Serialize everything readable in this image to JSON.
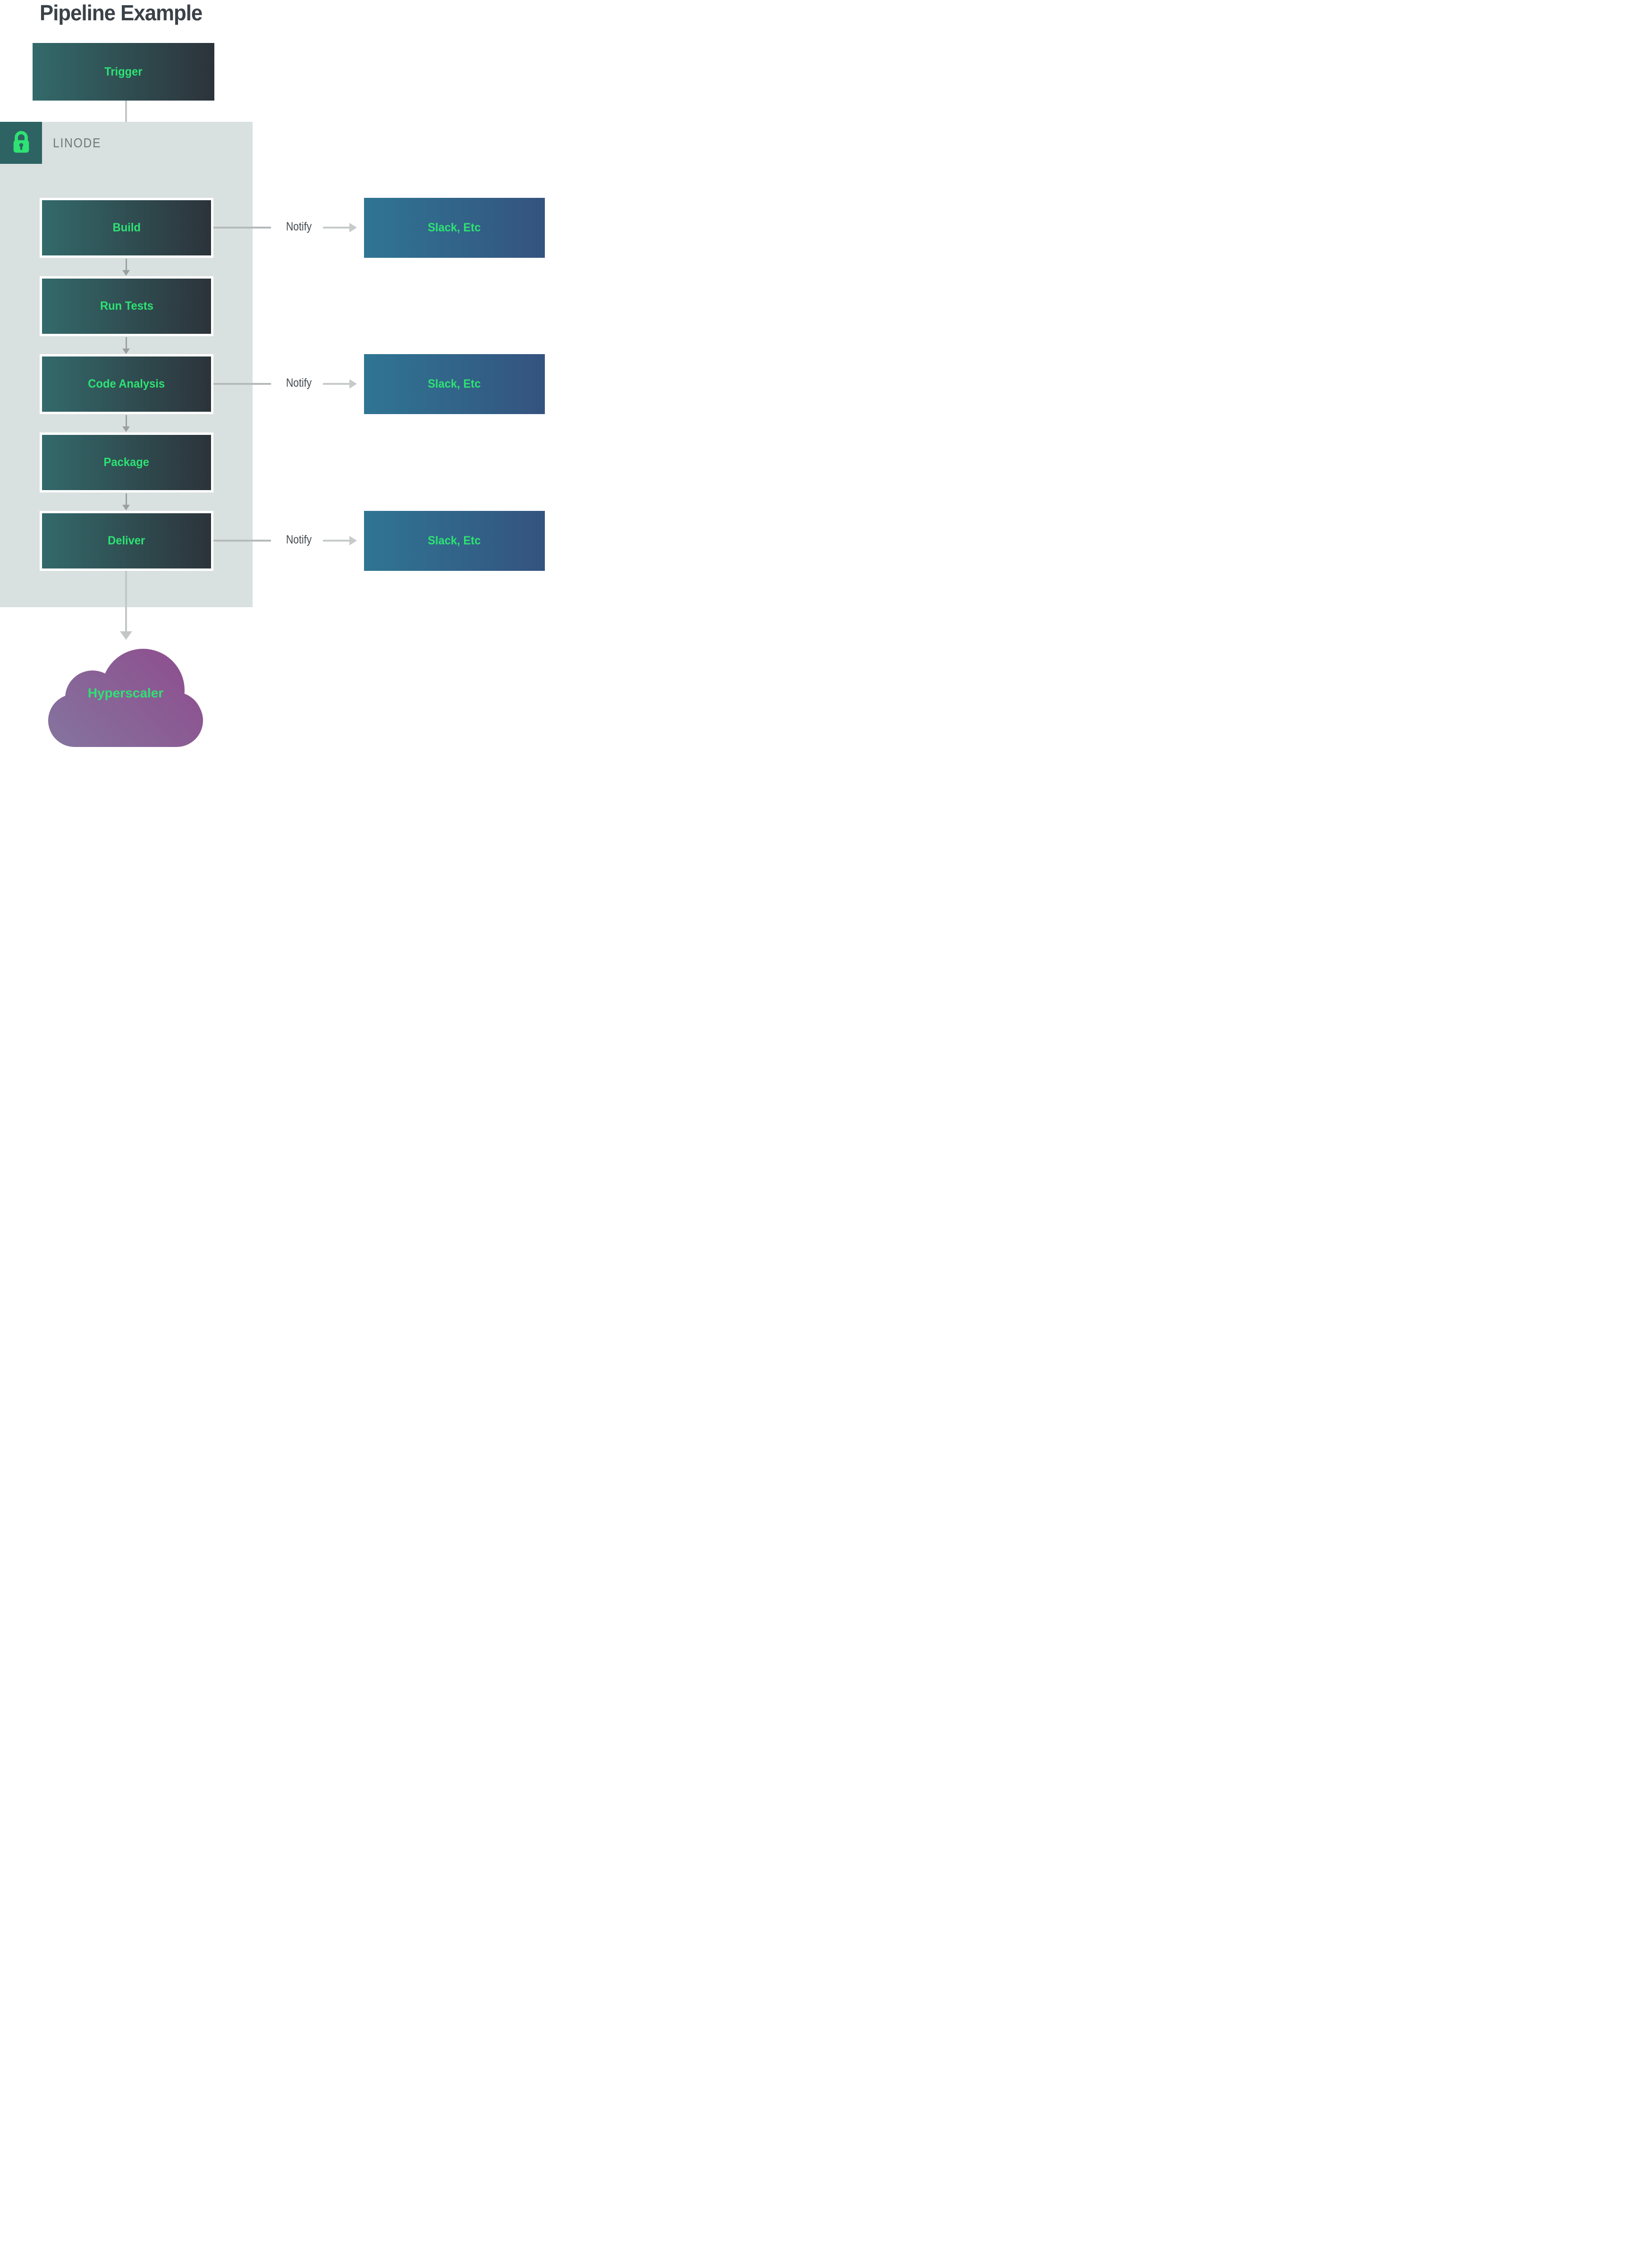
{
  "title": "Pipeline Example",
  "colors": {
    "stage_gradient_start": "#336a6b",
    "stage_gradient_end": "#2c333a",
    "slack_gradient_start": "#2f7593",
    "slack_gradient_end": "#34537f",
    "cloud_gradient_start": "#8d5290",
    "cloud_gradient_end": "#85729d",
    "label_green": "#2ee273",
    "container_bg": "#d9e1e0",
    "lock_badge_bg": "#2d6362",
    "title_color": "#3a4147",
    "platform_text": "#6e777a",
    "notify_text": "#42494e",
    "arrow_gray": "#b5babb"
  },
  "trigger": {
    "label": "Trigger"
  },
  "platform": {
    "label": "LINODE",
    "icon": "lock-icon"
  },
  "stages": [
    {
      "label": "Build",
      "notify": true
    },
    {
      "label": "Run Tests",
      "notify": false
    },
    {
      "label": "Code Analysis",
      "notify": true
    },
    {
      "label": "Package",
      "notify": false
    },
    {
      "label": "Deliver",
      "notify": true
    }
  ],
  "notify": {
    "label": "Notify",
    "target_label": "Slack, Etc"
  },
  "cloud": {
    "label": "Hyperscaler"
  }
}
